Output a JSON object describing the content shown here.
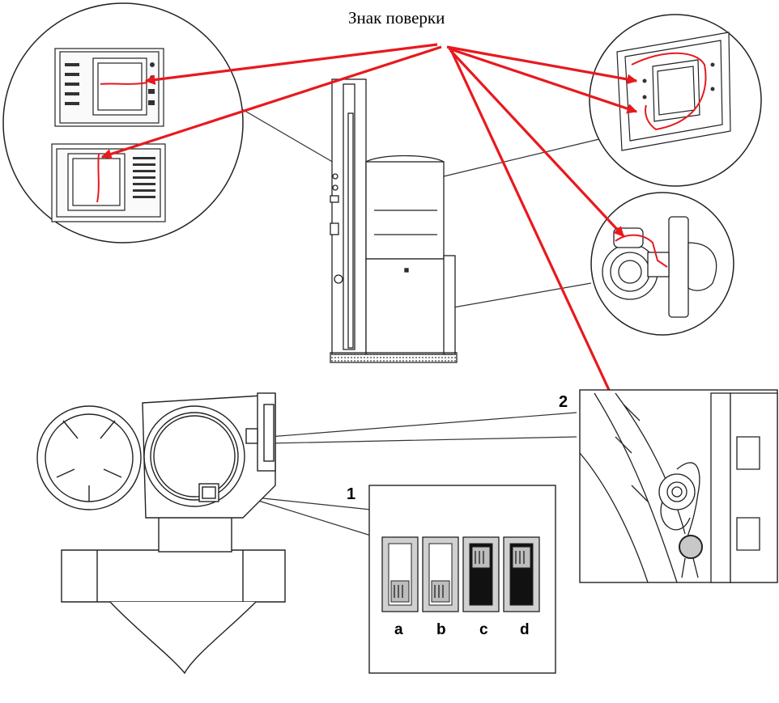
{
  "title": "Знак поверки",
  "callouts": [
    "1",
    "2"
  ],
  "switch_labels": [
    "a",
    "b",
    "c",
    "d"
  ],
  "switch_states": [
    "down",
    "down",
    "up",
    "up"
  ],
  "colors": {
    "arrow": "#e8191e",
    "line": "#1a1a1a",
    "fill_dark": "#111111"
  }
}
